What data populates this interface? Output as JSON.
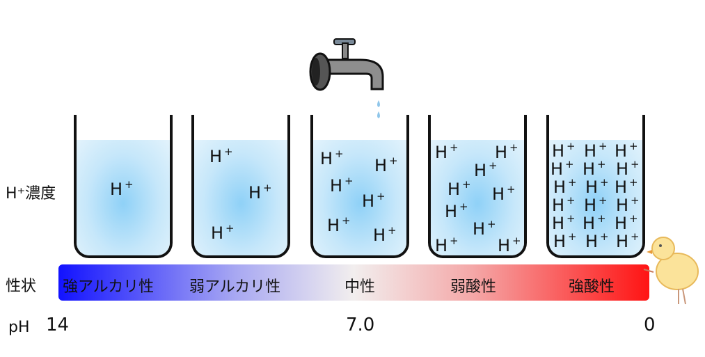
{
  "labels": {
    "concentration": "H⁺濃度",
    "property": "性状",
    "ph": "pH"
  },
  "ion": {
    "h": "H",
    "plus": "+"
  },
  "scale": [
    "強アルカリ性",
    "弱アルカリ性",
    "中性",
    "弱酸性",
    "強酸性"
  ],
  "ph_values": {
    "left": "14",
    "middle": "7.0",
    "right": "0"
  },
  "colors": {
    "alkaline": "#1212ff",
    "neutral": "#f2eeee",
    "acid": "#ff1414",
    "water": "#8fd1f7"
  }
}
